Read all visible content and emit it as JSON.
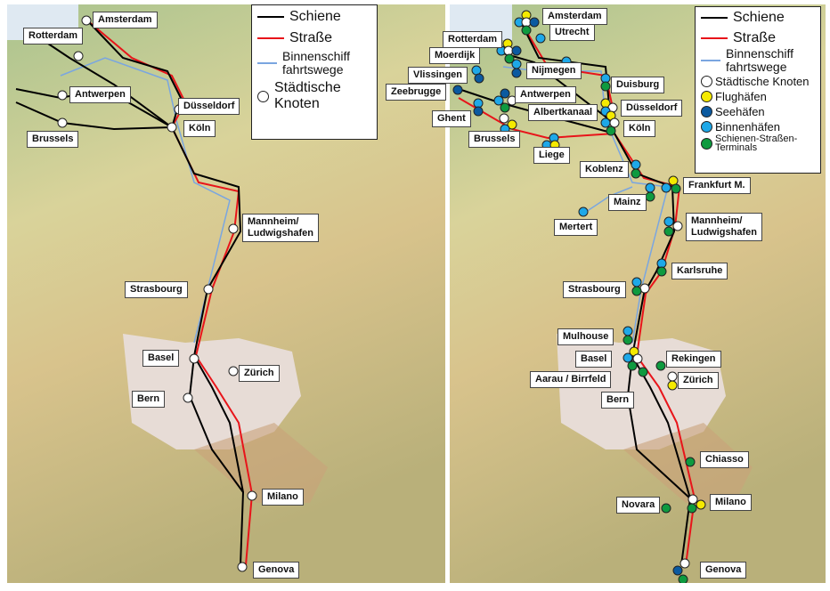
{
  "left_map": {
    "legend": {
      "rail": "Schiene",
      "road": "Straße",
      "waterway_1": "Binnenschiff",
      "waterway_2": "fahrtswege",
      "nodes_1": "Städtische",
      "nodes_2": "Knoten"
    },
    "cities": [
      "Amsterdam",
      "Rotterdam",
      "Antwerpen",
      "Düsseldorf",
      "Köln",
      "Brussels",
      "Mannheim/",
      "Ludwigshafen",
      "Strasbourg",
      "Basel",
      "Zürich",
      "Bern",
      "Milano",
      "Genova"
    ]
  },
  "right_map": {
    "legend": {
      "rail": "Schiene",
      "road": "Straße",
      "waterway_1": "Binnenschiff",
      "waterway_2": "fahrtswege",
      "city_nodes": "Städtische Knoten",
      "airports": "Flughäfen",
      "seaports": "Seehäfen",
      "inland_ports": "Binnenhäfen",
      "terminals_1": "Schienen-Straßen-",
      "terminals_2": "Terminals"
    },
    "cities": [
      "Amsterdam",
      "Utrecht",
      "Rotterdam",
      "Moerdijk",
      "Nijmegen",
      "Vlissingen",
      "Zeebrugge",
      "Duisburg",
      "Antwerpen",
      "Düsseldorf",
      "Albertkanaal",
      "Ghent",
      "Köln",
      "Brussels",
      "Liege",
      "Koblenz",
      "Frankfurt M.",
      "Mainz",
      "Mertert",
      "Mannheim/",
      "Ludwigshafen",
      "Karlsruhe",
      "Strasbourg",
      "Mulhouse",
      "Rekingen",
      "Basel",
      "Aarau / Birrfeld",
      "Zürich",
      "Bern",
      "Chiasso",
      "Novara",
      "Milano",
      "Genova"
    ]
  },
  "colors": {
    "rail": "#000000",
    "road": "#e8141a",
    "waterway": "#7aa6e0",
    "city": "#ffffff",
    "airport": "#f5ea00",
    "seaport": "#0b5aa0",
    "inland_port": "#1ea8e8",
    "terminal": "#0e9a3f"
  }
}
